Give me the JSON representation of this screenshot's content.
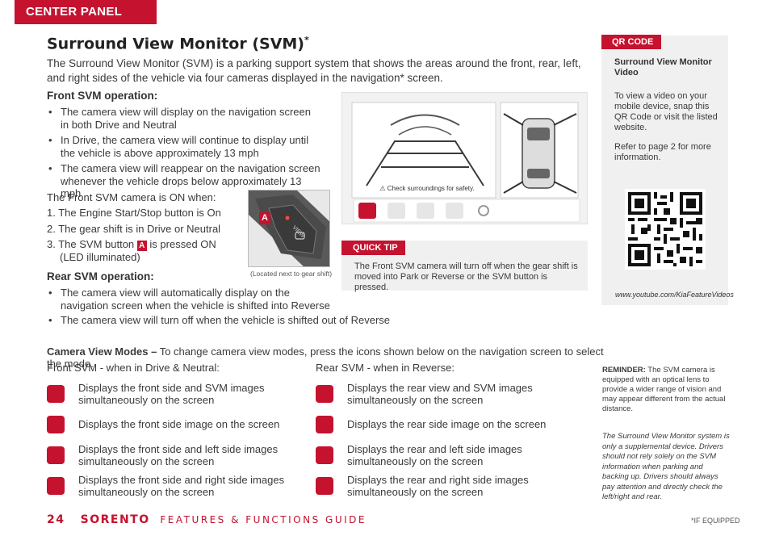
{
  "header": {
    "tab_label": "CENTER PANEL"
  },
  "title": {
    "main": "Surround View Monitor (SVM)",
    "asterisk": "*"
  },
  "intro": "The Surround View Monitor (SVM) is a parking support system that shows the areas around the front, rear, left, and right sides of the vehicle via four cameras displayed in the navigation* screen.",
  "front_operation": {
    "heading": "Front SVM operation:",
    "bullets": [
      "The camera view will display on the navigation screen in both Drive and Neutral",
      "In Drive, the camera view will continue to display until the vehicle is above approximately 13 mph",
      "The camera view will reappear on the navigation screen whenever the vehicle drops below approximately 13 mph"
    ],
    "on_when": "The Front SVM camera is ON when:",
    "steps": [
      "1. The Engine Start/Stop button is On",
      "2. The gear shift is in Drive or Neutral",
      "3. The SVM button",
      "(LED illuminated)"
    ],
    "step3_suffix": "is pressed ON",
    "badge": "A",
    "button_image_caption": "(Located next to gear shift)",
    "button_text": "VIEW"
  },
  "rear_operation": {
    "heading": "Rear SVM operation:",
    "bullets": [
      "The camera view will automatically display on the navigation screen when the vehicle is shifted into Reverse",
      "The camera view will turn off when the vehicle is shifted out of Reverse"
    ]
  },
  "screen": {
    "warning": "Check surroundings for safety."
  },
  "quick_tip": {
    "label": "QUICK TIP",
    "text": "The Front SVM camera will turn off when the gear shift is moved into Park or Reverse or the SVM button is pressed."
  },
  "qr": {
    "label": "QR CODE",
    "title": "Surround View Monitor Video",
    "text1": "To view a video on your mobile device, snap this QR Code or visit the listed website.",
    "text2": "Refer to page 2 for more information.",
    "url": "www.youtube.com/KiaFeatureVideos"
  },
  "modes": {
    "lead_bold": "Camera View Modes –",
    "lead_text": " To change camera view modes, press the icons shown below on the navigation screen to select the mode.",
    "front_heading": "Front SVM - when in Drive & Neutral:",
    "rear_heading": "Rear SVM - when in Reverse:",
    "front": [
      "Displays the front side and SVM images simultaneously on the screen",
      "Displays the front side image on the screen",
      "Displays the front side and left side images simultaneously on the screen",
      "Displays the front side and right side images simultaneously on the screen"
    ],
    "rear": [
      "Displays the rear view and SVM images simultaneously on the screen",
      "Displays the rear side image on the screen",
      "Displays the rear and left side images simultaneously on the screen",
      "Displays the rear and right side images simultaneously on the screen"
    ]
  },
  "reminder": {
    "bold": "REMINDER:",
    "text": " The SVM camera is equipped with an optical lens to provide a wider range of vision and may appear different from the actual distance."
  },
  "disclaimer": "The Surround View Monitor system is only a supplemental device. Drivers should not rely solely on the SVM information when parking and backing up. Drivers should always pay attention and directly check the left/right and rear.",
  "footer": {
    "page": "24",
    "brand": "SORENTO",
    "guide": "FEATURES & FUNCTIONS GUIDE",
    "if_equipped": "*IF EQUIPPED"
  },
  "colors": {
    "accent": "#c4122f",
    "panel": "#f0f0f0"
  }
}
